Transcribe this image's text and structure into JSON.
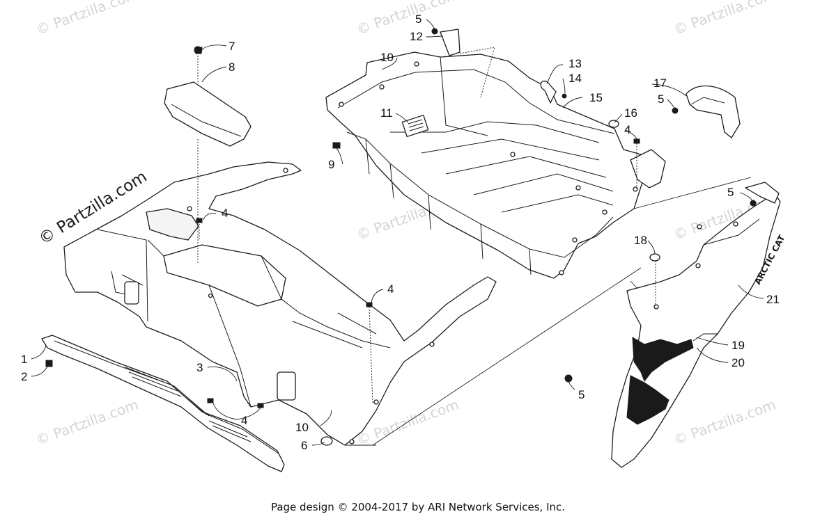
{
  "watermarks": {
    "tile": "© Partzilla.com",
    "main": "© Partzilla.com"
  },
  "callouts": [
    {
      "id": "c1",
      "label": "1"
    },
    {
      "id": "c2",
      "label": "2"
    },
    {
      "id": "c3",
      "label": "3"
    },
    {
      "id": "c4a",
      "label": "4"
    },
    {
      "id": "c4b",
      "label": "4"
    },
    {
      "id": "c4c",
      "label": "4"
    },
    {
      "id": "c4d",
      "label": "4"
    },
    {
      "id": "c5a",
      "label": "5"
    },
    {
      "id": "c5b",
      "label": "5"
    },
    {
      "id": "c5c",
      "label": "5"
    },
    {
      "id": "c5d",
      "label": "5"
    },
    {
      "id": "c6",
      "label": "6"
    },
    {
      "id": "c7",
      "label": "7"
    },
    {
      "id": "c8",
      "label": "8"
    },
    {
      "id": "c9",
      "label": "9"
    },
    {
      "id": "c10a",
      "label": "10"
    },
    {
      "id": "c10b",
      "label": "10"
    },
    {
      "id": "c11",
      "label": "11"
    },
    {
      "id": "c12",
      "label": "12"
    },
    {
      "id": "c13",
      "label": "13"
    },
    {
      "id": "c14",
      "label": "14"
    },
    {
      "id": "c15",
      "label": "15"
    },
    {
      "id": "c16",
      "label": "16"
    },
    {
      "id": "c17",
      "label": "17"
    },
    {
      "id": "c18",
      "label": "18"
    },
    {
      "id": "c19",
      "label": "19"
    },
    {
      "id": "c20",
      "label": "20"
    },
    {
      "id": "c21",
      "label": "21"
    }
  ],
  "side_panel_logo": "ARCTIC CAT",
  "footer": "Page design © 2004-2017 by ARI Network Services, Inc."
}
